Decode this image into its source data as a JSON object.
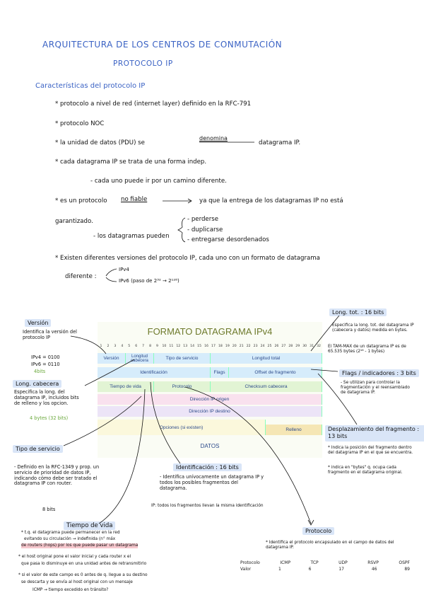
{
  "header": {
    "title": "ARQUITECTURA DE LOS CENTROS DE CONMUTACIÓN",
    "subtitle": "PROTOCOLO IP",
    "section": "Características del protocolo IP"
  },
  "bullets": [
    "* protocolo a nivel de red (internet layer) definido en la RFC-791",
    "* protocolo NOC",
    "* la unidad de datos (PDU) se",
    "* cada datagrama IP se trata de una forma indep.",
    "- cada uno puede ir por un camino diferente.",
    "* es un protocolo",
    "garantizado.",
    "- los datagramas pueden",
    "* Existen diferentes versiones del protocolo IP, cada uno con un formato de datagrama",
    "diferente :"
  ],
  "inline": {
    "denomina": "denomina",
    "datagrama": "datagrama IP.",
    "no_fiable": "no fiable",
    "ya_que": "ya que la entrega de los datagramas IP no está",
    "perderse": "- perderse",
    "duplicarse": "- duplicarse",
    "desordenados": "- entregarse desordenados",
    "ipv4": "IPv4",
    "ipv6": "IPv6 (paso de 2³² → 2¹²⁸)"
  },
  "diagram": {
    "title": "FORMATO DATAGRAMA IPv4",
    "bits": [
      "1",
      "2",
      "3",
      "4",
      "5",
      "6",
      "7",
      "8",
      "9",
      "10",
      "11",
      "12",
      "13",
      "14",
      "15",
      "16",
      "17",
      "18",
      "19",
      "20",
      "21",
      "22",
      "23",
      "24",
      "25",
      "26",
      "27",
      "28",
      "29",
      "30",
      "31",
      "32"
    ],
    "version": "Versión",
    "longitud_cabecera": "Longitud cabecera",
    "tipo_servicio": "Tipo de servicio",
    "longitud_total": "Longitud total",
    "identificacion": "Identificación",
    "flags": "Flags",
    "offset": "Offset de fragmento",
    "ttl": "Tiempo de vida",
    "protocolo": "Protocolo",
    "checksum": "Checksum cabecera",
    "origen": "Dirección IP origen",
    "destino": "Dirección IP destino",
    "opciones": "Opciones (si existen)",
    "relleno": "Relleno",
    "datos": "DATOS"
  },
  "annotations": {
    "version_label": "Versión",
    "version_text": "Identifica la versión del protocolo IP",
    "ipv4_bits": "IPv4 = 0100",
    "ipv6_bits": "IPv6 = 0110",
    "four_bits": "4bits",
    "longcab_label": "Long. cabecera",
    "longcab_text": "Especifica la long. del datagrama IP, incluidos bits de relleno y los opcion.",
    "longcab_bits": "4 bytes (32 bits)",
    "tipo_label": "Tipo de servicio",
    "tipo_text": "- Definido en la RFC-1349 y prop. un servicio de prioridad de datos IP, indicando cómo debe ser tratado el datagrama IP con router.",
    "tipo_bits": "8 bits",
    "ttl_label": "Tiempo de vida",
    "ttl_1": "* t.q. el datagrama puede permanecer en la red",
    "ttl_2": "evitando su circulación → indefinida (n° máx",
    "ttl_3": "de routers (hops) por los que puede pasar un datagrama",
    "ttl_4": "* el host original pone el valor inicial y cada router x el",
    "ttl_5": "que pasa lo disminuye en una unidad antes de retransmitirlo",
    "ttl_6": "* si el valor de este campo es 0 antes de q. llegue a su destino",
    "ttl_7": "se descarta y se envía al host original con un mensaje",
    "ttl_8": "ICMP → tiempo excedido en tránsito?",
    "ident_label": "Identificación : 16 bits",
    "ident_text": "- Identifica unívocamente un datagrama IP y todos los posibles fragmentos del datagrama.",
    "ident_note": "IP: todos los fragmentos llevan la misma identificación",
    "longtot_label": "Long. tot. : 16 bits",
    "longtot_text": "Especifica la long. tot. del datagrama IP (cabecera y datos) medida en bytes.",
    "longtot_max": "El TAM-MAX de un datagrama IP es de 65.535 bytes (2¹⁶ - 1 bytes)",
    "flags_label": "Flags / indicadores : 3 bits",
    "flags_text": "- Se utilizan para controlar la fragmentación y el reensamblado de datagrama IP.",
    "despl_label": "Desplazamiento del fragmento : 13 bits",
    "despl_text": "* Indica la posición del fragmento dentro del datagrama IP en el que se encuentra.",
    "despl_text2": "* indica en \"bytes\" q. ocupa cada fragmento en el datagrama original.",
    "proto_label": "Protocolo",
    "proto_text": "* Identifica el protocolo encapsulado en el campo de datos del datagrama IP.",
    "proto_table": {
      "headers": [
        "Protocolo",
        "ICMP",
        "TCP",
        "UDP",
        "RSVP",
        "OSPF"
      ],
      "values": [
        "Valor",
        "1",
        "6",
        "17",
        "46",
        "89"
      ]
    }
  }
}
